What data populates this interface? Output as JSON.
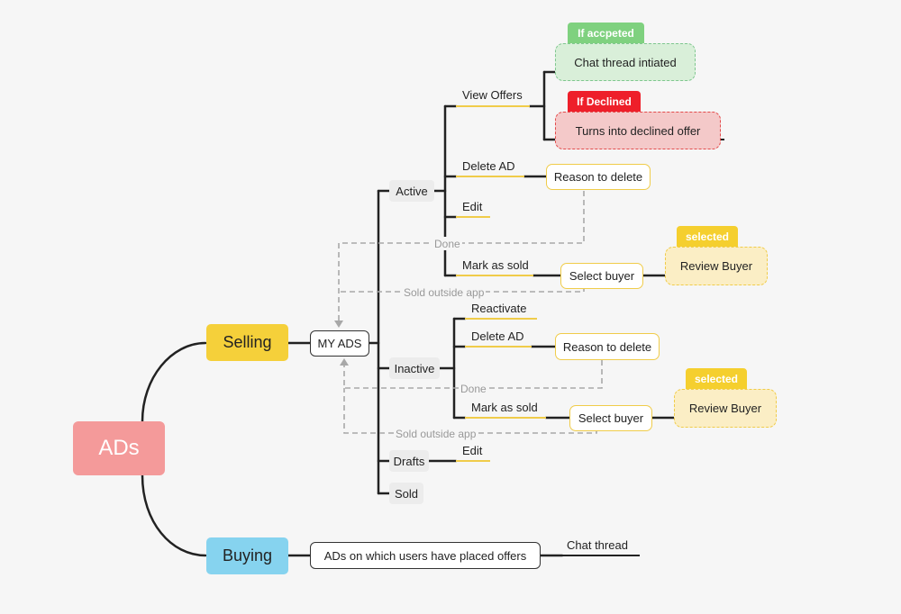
{
  "root": "ADs",
  "branches": {
    "selling": "Selling",
    "buying": "Buying"
  },
  "my_ads": "MY ADS",
  "statuses": {
    "active": "Active",
    "inactive": "Inactive",
    "drafts": "Drafts",
    "sold": "Sold"
  },
  "active": {
    "view_offers": "View Offers",
    "delete_ad": "Delete AD",
    "edit": "Edit",
    "mark_as_sold": "Mark as sold",
    "reason_to_delete": "Reason to delete",
    "select_buyer": "Select buyer",
    "review_buyer": "Review Buyer",
    "selected_tag": "selected",
    "if_accepted_tag": "If accpeted",
    "chat_thread_initiated": "Chat thread intiated",
    "if_declined_tag": "If Declined",
    "declined_offer": "Turns into declined offer"
  },
  "inactive": {
    "reactivate": "Reactivate",
    "delete_ad": "Delete AD",
    "mark_as_sold": "Mark as sold",
    "reason_to_delete": "Reason to delete",
    "select_buyer": "Select buyer",
    "review_buyer": "Review Buyer",
    "selected_tag": "selected"
  },
  "drafts": {
    "edit": "Edit"
  },
  "dashed_labels": {
    "active_done": "Done",
    "active_sold_outside": "Sold outside app",
    "inactive_done": "Done",
    "inactive_sold_outside": "Sold outside app"
  },
  "buying": {
    "offers_node": "ADs on which users have placed offers",
    "chat_thread": "Chat thread"
  },
  "colors": {
    "root": "#f49a9a",
    "selling": "#f5d03a",
    "buying": "#86d3ef",
    "accepted": "#7fd17f",
    "declined": "#ee1f2a",
    "underline": "#f0cc4a",
    "connector": "#222222"
  }
}
